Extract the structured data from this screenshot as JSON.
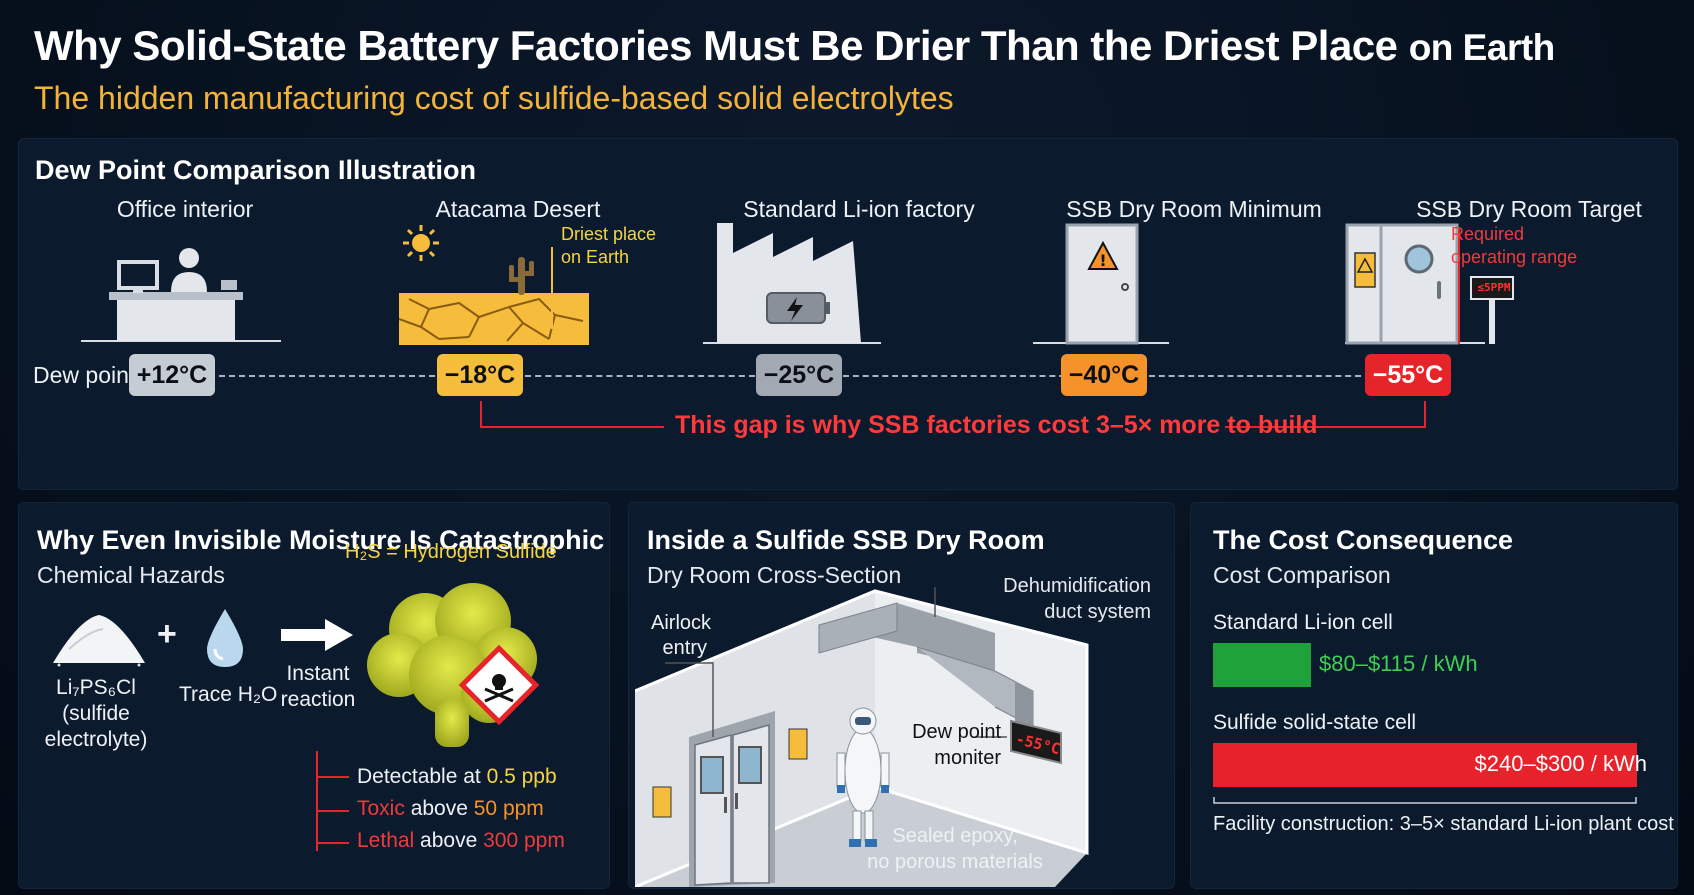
{
  "header": {
    "title_main": "Why Solid-State Battery Factories Must Be Drier Than the Driest Place",
    "title_tail": "on Earth",
    "subtitle": "The hidden manufacturing cost of sulfide-based solid electrolytes"
  },
  "dew_point_section": {
    "title": "Dew Point Comparison Illustration",
    "row_label": "Dew point",
    "stages": [
      {
        "label": "Office interior",
        "dew_point": "+12°C",
        "color": "#c6ccd4"
      },
      {
        "label": "Atacama Desert",
        "dew_point": "−18°C",
        "color": "#f6bd3c"
      },
      {
        "label": "Standard Li-ion factory",
        "dew_point": "−25°C",
        "color": "#a2a9b2"
      },
      {
        "label": "SSB Dry Room Minimum",
        "dew_point": "−40°C",
        "color": "#f5922a"
      },
      {
        "label": "SSB Dry Room Target",
        "dew_point": "−55°C",
        "color": "#e5252a"
      }
    ],
    "desert_note_1": "Driest place",
    "desert_note_2": "on Earth",
    "target_note_1": "Required",
    "target_note_2": "operating range",
    "ppm_sign": "≤5PPM",
    "gap_text": "This gap is why SSB factories cost 3–5× more to build"
  },
  "hazard_section": {
    "title": "Why Even Invisible Moisture Is Catastrophic",
    "subtitle": "Chemical Hazards",
    "h2s_label": "H₂S = Hydrogen Sulfide",
    "electrolyte_formula": "Li₇PS₆Cl",
    "electrolyte_line2": "(sulfide",
    "electrolyte_line3": "electrolyte)",
    "water_label": "Trace H₂O",
    "reaction_line1": "Instant",
    "reaction_line2": "reaction",
    "plus": "+",
    "thresholds": [
      {
        "prefix": "Detectable at ",
        "level": "",
        "value": "0.5 ppb"
      },
      {
        "prefix": "",
        "level": "Toxic",
        "mid": " above ",
        "value": "50 ppm"
      },
      {
        "prefix": "",
        "level": "Lethal",
        "mid": " above ",
        "value": "300 ppm"
      }
    ]
  },
  "dryroom_section": {
    "title": "Inside a Sulfide SSB Dry Room",
    "subtitle": "Dry Room Cross-Section",
    "airlock_1": "Airlock",
    "airlock_2": "entry",
    "duct_1": "Dehumidification",
    "duct_2": "duct system",
    "monitor_1": "Dew point",
    "monitor_2": "moniter",
    "monitor_value": "-55°C",
    "floor_1": "Sealed epoxy,",
    "floor_2": "no porous materials"
  },
  "cost_section": {
    "title": "The Cost Consequence",
    "subtitle": "Cost Comparison",
    "bars": [
      {
        "label": "Standard Li-ion cell",
        "value_text": "$80–$115 / kWh",
        "low": 80,
        "high": 115,
        "color": "#1fa23a",
        "text_color": "#3ecf52"
      },
      {
        "label": "Sulfide solid-state cell",
        "value_text": "$240–$300 / kWh",
        "low": 240,
        "high": 300,
        "color": "#e8222a",
        "text_color": "#ffffff"
      }
    ],
    "footnote": "Facility construction: 3–5× standard Li-ion plant cost"
  }
}
